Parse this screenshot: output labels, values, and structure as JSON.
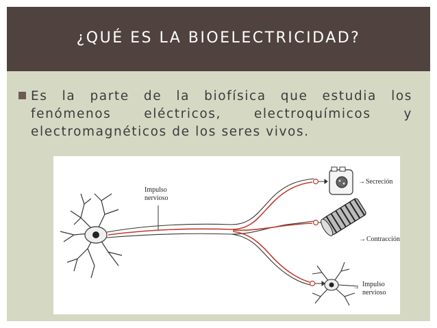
{
  "slide": {
    "title": "¿QUÉ ES LA BIOELECTRICIDAD?",
    "bullets": [
      "Es la parte de la biofísica que estudia los fenómenos eléctricos, electroquímicos y electromagnéticos de los seres vivos."
    ]
  },
  "figure": {
    "label_impulse_line1": "Impulso",
    "label_impulse_line2": "nervioso",
    "arrow_glyph": "→",
    "label_secretion": "Secreción",
    "label_contraction": "Contracción",
    "label_impulse2_line1": "Impulso",
    "label_impulse2_line2": "nervioso"
  },
  "colors": {
    "title_bar": "#4f423f",
    "slide_bg": "#d5d9c4",
    "bullet": "#6b5a55",
    "axon_red": "#c0392b"
  }
}
